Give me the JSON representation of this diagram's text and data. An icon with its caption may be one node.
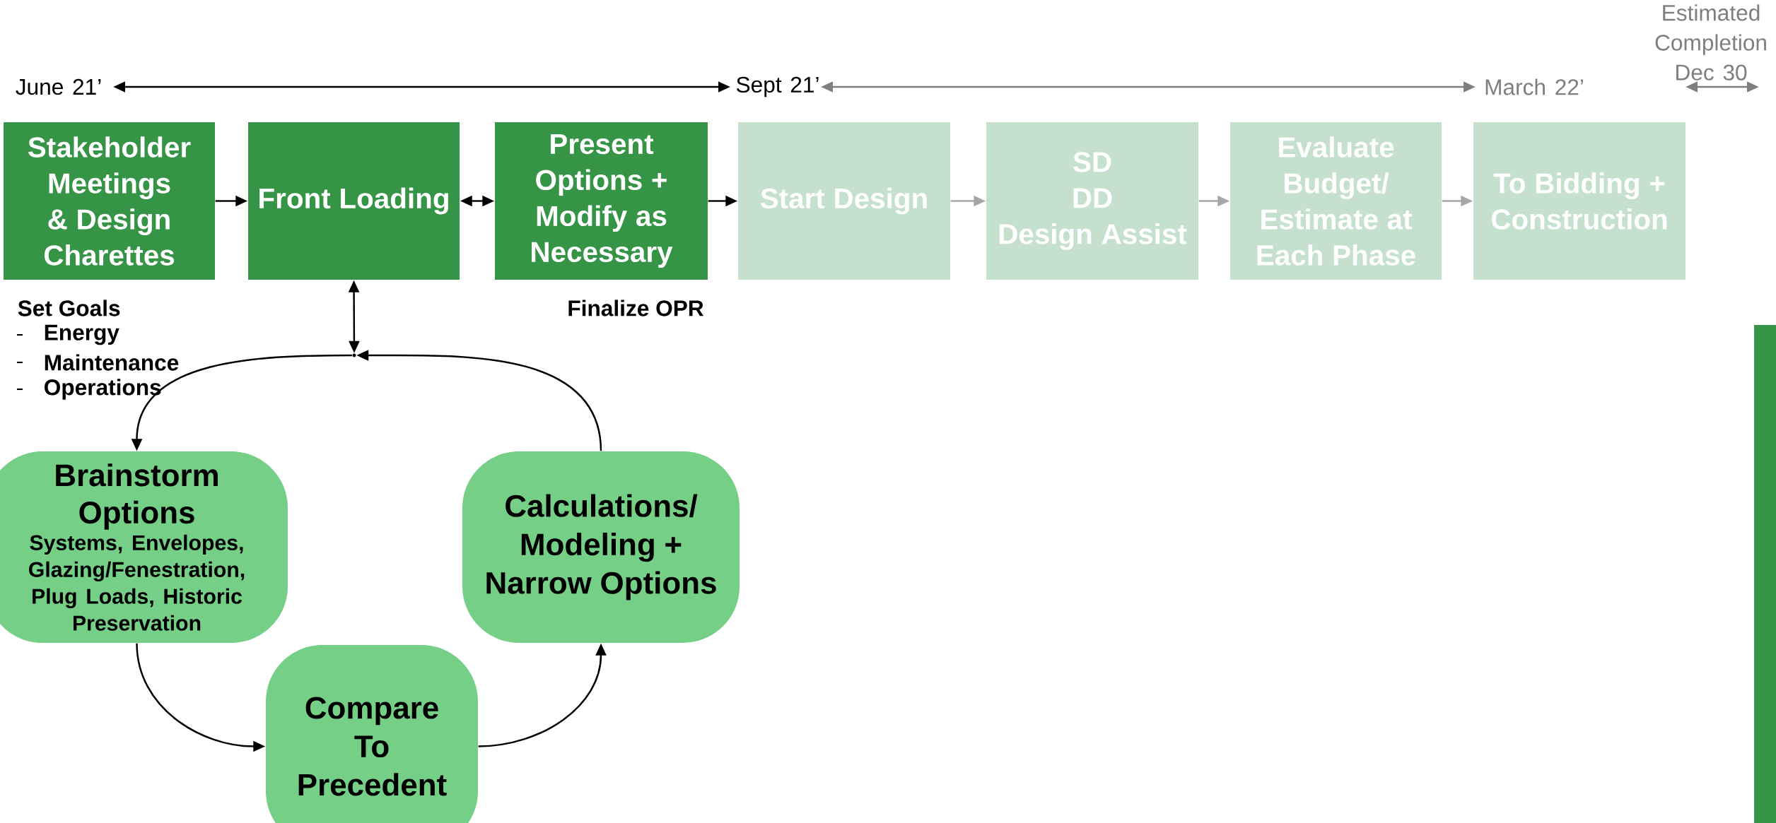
{
  "diagram": {
    "nodes": [
      {
        "text": [
          "Stakeholder Meetings & Design Charettes"
        ],
        "beside": [
          "Set Goals",
          "Energy",
          "Maintenance",
          "Operations"
        ]
      },
      {
        "text": [
          "Front Loading"
        ]
      },
      {
        "text": [
          "Present Options + Modify as Necessary"
        ],
        "beside": [
          "Finalize OPR"
        ]
      },
      {
        "text": [
          "Start Design"
        ]
      },
      {
        "text": [
          "SD",
          "DD",
          "Design Assist"
        ]
      },
      {
        "text": [
          "Evaluate Budget/ Estimate at Each Phase"
        ]
      },
      {
        "text": [
          "To Bidding + Construction"
        ]
      },
      {
        "text": [],
        "shape": "point"
      },
      {
        "text": [
          "Brainstorm Options",
          "Systems, Envelopes, Glazing/Fenestration, Plug Loads, Historic Preservation"
        ]
      },
      {
        "text": [
          "Calculations/ Modeling + Narrow Options"
        ]
      },
      {
        "text": [
          "Compare To Precedent"
        ]
      },
      {
        "text": [],
        "shape": "bar"
      }
    ],
    "edges": [
      {
        "from": 0,
        "to": 1,
        "arrow": "to"
      },
      {
        "from": 1,
        "to": 2,
        "arrow": "both"
      },
      {
        "from": 2,
        "to": 3,
        "arrow": "to"
      },
      {
        "from": 3,
        "to": 4,
        "arrow": "to",
        "color": "#a6a6a6"
      },
      {
        "from": 4,
        "to": 5,
        "arrow": "to",
        "color": "#a6a6a6"
      },
      {
        "from": 5,
        "to": 6,
        "arrow": "to",
        "color": "#a6a6a6"
      },
      {
        "from": 1,
        "to": 7,
        "arrow": "both"
      },
      {
        "from": 7,
        "to": 8,
        "arrow": "to"
      },
      {
        "from": 9,
        "to": 7,
        "arrow": "to"
      },
      {
        "from": 8,
        "to": 10,
        "arrow": "to"
      },
      {
        "from": 10,
        "to": 9,
        "arrow": "to"
      }
    ],
    "labels": [
      "June 21’",
      "Sept 21’",
      "March 22’",
      "Estimated Completion Dec 30"
    ]
  }
}
